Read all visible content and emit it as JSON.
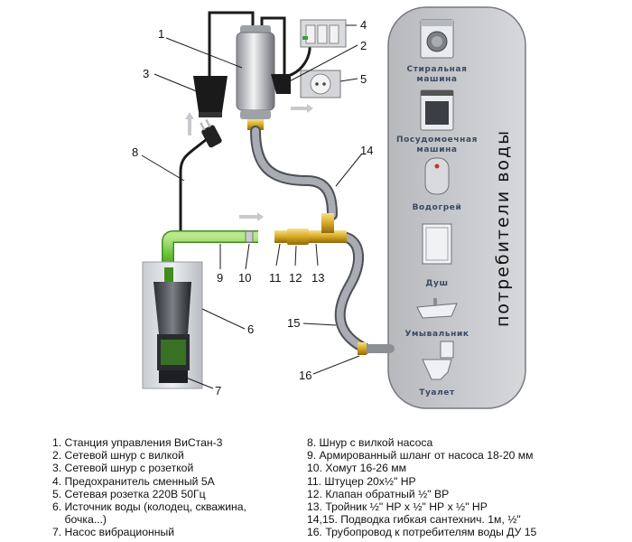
{
  "diagram": {
    "consumers_title": "потребители воды",
    "consumers": [
      {
        "icon": "washing-machine-icon",
        "label_lines": [
          "Стиральная",
          "машина"
        ]
      },
      {
        "icon": "dishwasher-icon",
        "label_lines": [
          "Посудомоечная",
          "машина"
        ]
      },
      {
        "icon": "water-heater-icon",
        "label_lines": [
          "Водогрей"
        ]
      },
      {
        "icon": "shower-icon",
        "label_lines": [
          "Душ"
        ]
      },
      {
        "icon": "washbasin-icon",
        "label_lines": [
          "Умывальник"
        ]
      },
      {
        "icon": "toilet-icon",
        "label_lines": [
          "Туалет"
        ]
      }
    ],
    "callouts": [
      "1",
      "2",
      "3",
      "4",
      "5",
      "6",
      "7",
      "8",
      "9",
      "10",
      "11",
      "12",
      "13",
      "14",
      "15",
      "16"
    ]
  },
  "legend_left": [
    "1. Станция управления ВиСтан-3",
    "2. Сетевой шнур с вилкой",
    "3. Сетевой шнур с розеткой",
    "4. Предохранитель сменный 5А",
    "5. Сетевая розетка 220В 50Гц",
    "6. Источник воды (колодец, скважина,",
    "    бочка...)",
    "7. Насос вибрационный"
  ],
  "legend_right": [
    "8. Шнур с вилкой насоса",
    "9. Армированный шланг от насоса 18-20 мм",
    "10. Хомут 16-26 мм",
    "11. Штуцер 20х½\" НР",
    "12. Клапан обратный ½\" ВР",
    "13. Тройник ½\" НР х ½\" НР х ½\" НР",
    "14,15. Подводка гибкая сантехнич. 1м, ½\"",
    "16. Трубопровод к потребителям воды ДУ 15"
  ]
}
